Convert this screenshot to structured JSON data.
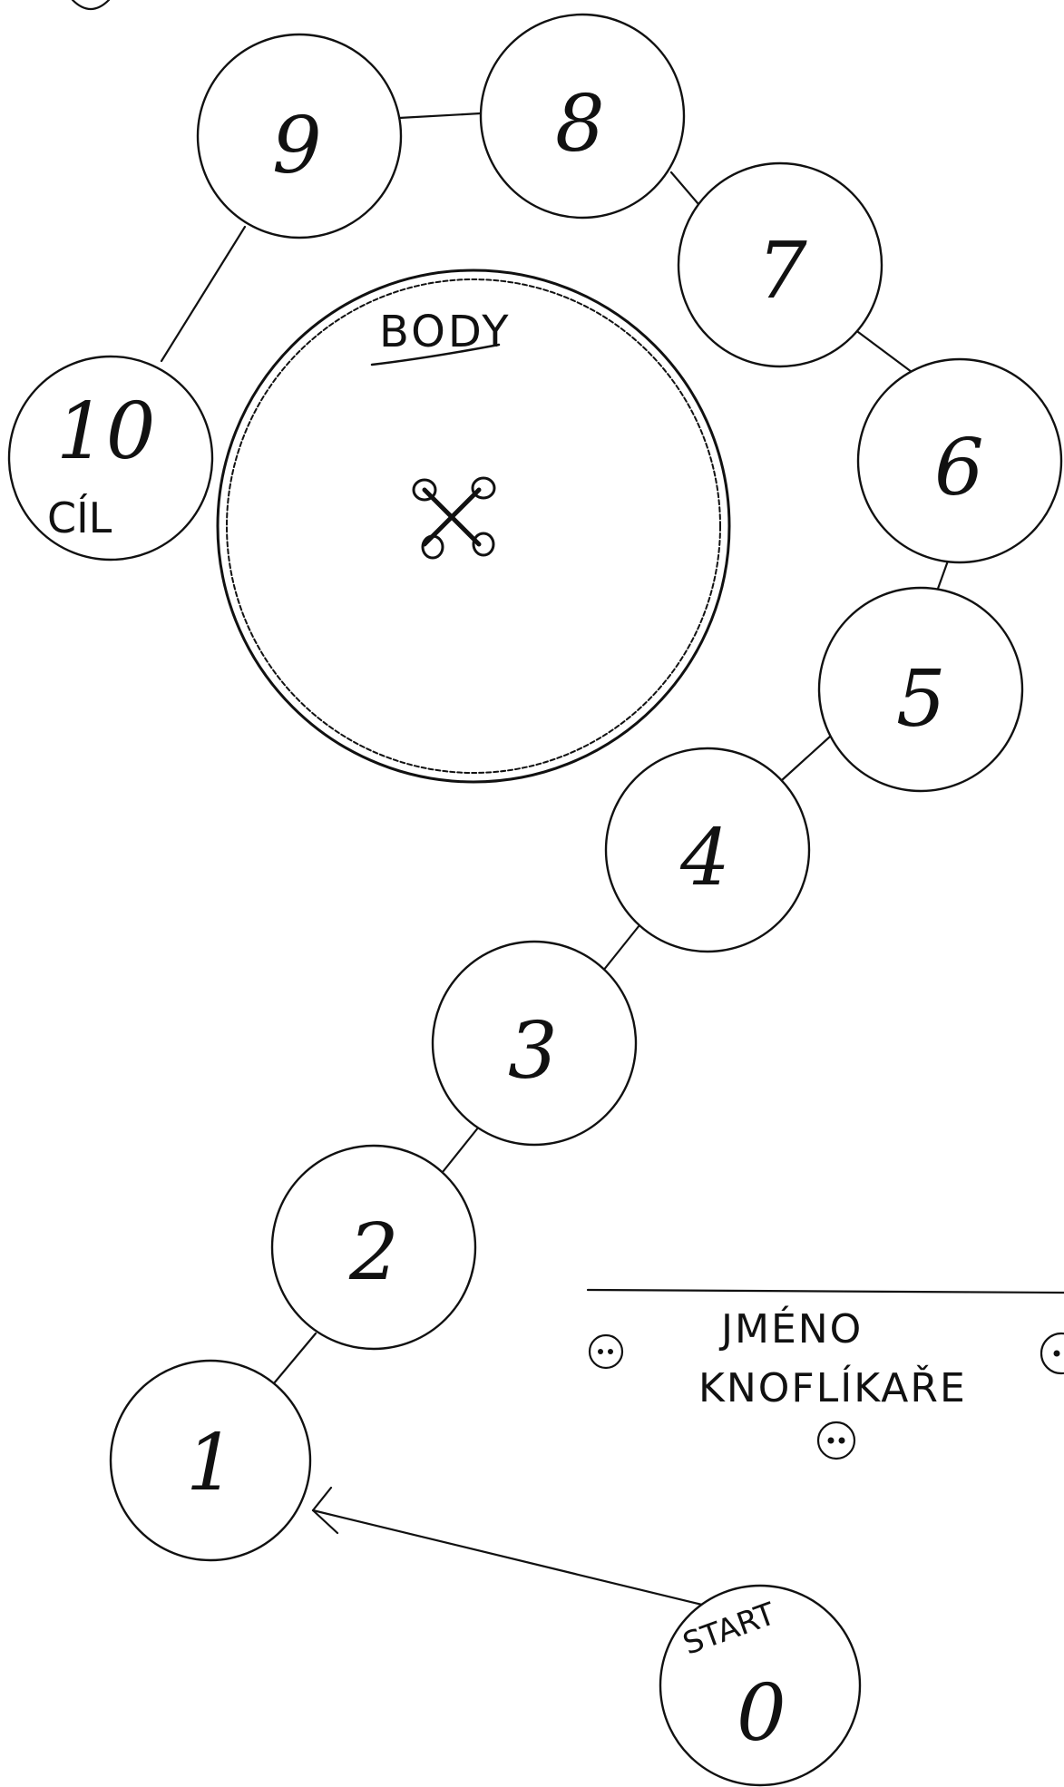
{
  "board": {
    "nodes": [
      {
        "id": "0",
        "number": "0",
        "tag": "START"
      },
      {
        "id": "1",
        "number": "1"
      },
      {
        "id": "2",
        "number": "2"
      },
      {
        "id": "3",
        "number": "3"
      },
      {
        "id": "4",
        "number": "4"
      },
      {
        "id": "5",
        "number": "5"
      },
      {
        "id": "6",
        "number": "6"
      },
      {
        "id": "7",
        "number": "7"
      },
      {
        "id": "8",
        "number": "8"
      },
      {
        "id": "9",
        "number": "9"
      },
      {
        "id": "10",
        "number": "10",
        "tag": "CÍL"
      }
    ],
    "score_area_title": "BODY",
    "name_label_line1": "JMÉNO",
    "name_label_line2": "KNOFLÍKAŘE"
  }
}
